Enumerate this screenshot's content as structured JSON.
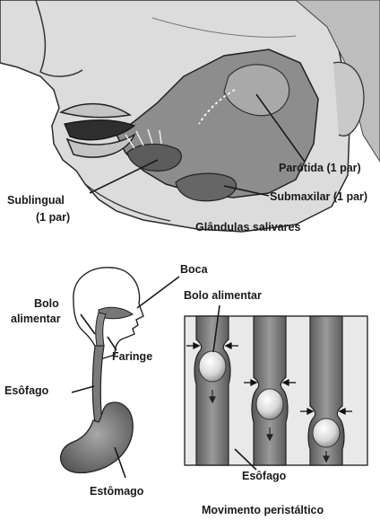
{
  "salivary": {
    "parotid": "Parótida (1 par)",
    "submaxillary": "Submaxilar (1 par)",
    "sublingual_line1": "Sublingual",
    "sublingual_line2": "(1 par)",
    "caption": "Glândulas salivares"
  },
  "digestive": {
    "mouth": "Boca",
    "bolus_line1": "Bolo",
    "bolus_line2": "alimentar",
    "pharynx": "Faringe",
    "esophagus": "Esôfago",
    "stomach": "Estômago"
  },
  "peristalsis": {
    "bolus_title": "Bolo alimentar",
    "esophagus": "Esôfago",
    "caption": "Movimento peristáltico"
  },
  "colors": {
    "skin": "#d9d9d9",
    "shade": "#8f8f8f",
    "dark": "#2b2b2b",
    "gland": "#6f6f6f"
  }
}
